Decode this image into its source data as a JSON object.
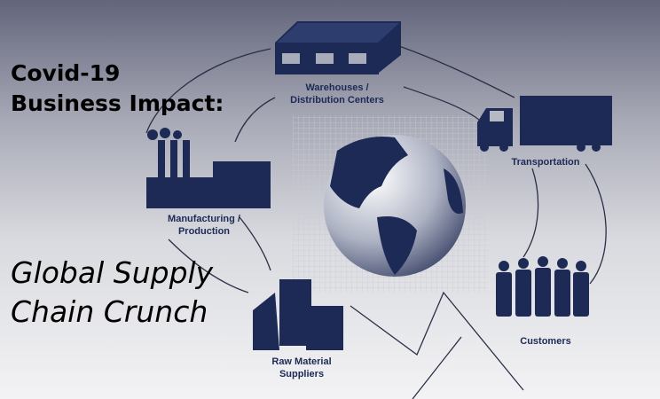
{
  "headline": {
    "line1": "Covid-19",
    "line2": "Business Impact:"
  },
  "subheadline": {
    "line1": "Global Supply",
    "line2": "Chain Crunch"
  },
  "nodes": {
    "warehouses": {
      "line1": "Warehouses /",
      "line2": "Distribution Centers"
    },
    "transportation": {
      "line1": "Transportation"
    },
    "manufacturing": {
      "line1": "Manufacturing /",
      "line2": "Production"
    },
    "raw_material": {
      "line1": "Raw Material",
      "line2": "Suppliers"
    },
    "customers": {
      "line1": "Customers"
    }
  },
  "colors": {
    "navy": "#1c2a55"
  }
}
